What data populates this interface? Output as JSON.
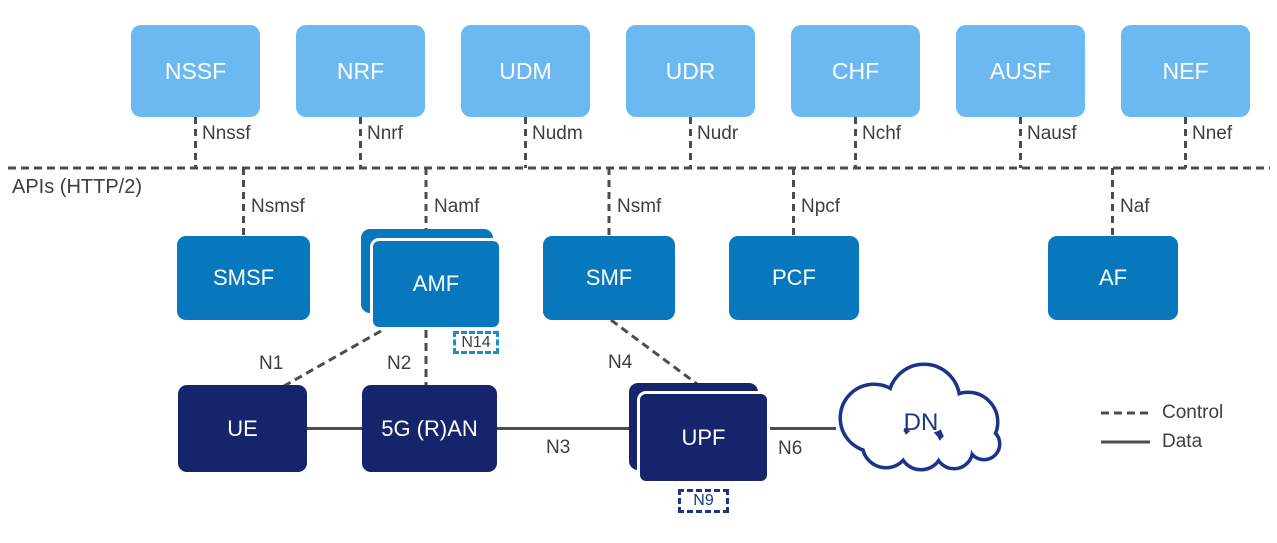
{
  "api_bus": {
    "label": "APIs (HTTP/2)"
  },
  "service_nodes": [
    {
      "label": "NSSF",
      "interface": "Nnssf"
    },
    {
      "label": "NRF",
      "interface": "Nnrf"
    },
    {
      "label": "UDM",
      "interface": "Nudm"
    },
    {
      "label": "UDR",
      "interface": "Nudr"
    },
    {
      "label": "CHF",
      "interface": "Nchf"
    },
    {
      "label": "AUSF",
      "interface": "Nausf"
    },
    {
      "label": "NEF",
      "interface": "Nnef"
    }
  ],
  "control_nodes": [
    {
      "label": "SMSF",
      "interface": "Nsmsf",
      "stacked": false
    },
    {
      "label": "AMF",
      "interface": "Namf",
      "stacked": true
    },
    {
      "label": "SMF",
      "interface": "Nsmf",
      "stacked": false
    },
    {
      "label": "PCF",
      "interface": "Npcf",
      "stacked": false
    },
    {
      "label": "AF",
      "interface": "Naf",
      "stacked": false
    }
  ],
  "user_plane_nodes": [
    {
      "label": "UE",
      "shape": "box",
      "stacked": false
    },
    {
      "label": "5G (R)AN",
      "shape": "box",
      "stacked": false
    },
    {
      "label": "UPF",
      "shape": "box",
      "stacked": true
    },
    {
      "label": "DN",
      "shape": "cloud",
      "stacked": false
    }
  ],
  "ref_points": {
    "n1": "N1",
    "n2": "N2",
    "n3": "N3",
    "n4": "N4",
    "n6": "N6",
    "n9": "N9",
    "n14": "N14"
  },
  "connections": [
    {
      "from": "AMF",
      "to": "UE",
      "type": "control",
      "label": "N1"
    },
    {
      "from": "AMF",
      "to": "5G (R)AN",
      "type": "control",
      "label": "N2"
    },
    {
      "from": "5G (R)AN",
      "to": "UPF",
      "type": "data",
      "label": "N3"
    },
    {
      "from": "SMF",
      "to": "UPF",
      "type": "control",
      "label": "N4"
    },
    {
      "from": "UPF",
      "to": "DN",
      "type": "data",
      "label": "N6"
    },
    {
      "from": "UPF",
      "to": "UPF",
      "type": "data",
      "label": "N9"
    },
    {
      "from": "AMF",
      "to": "AMF",
      "type": "control",
      "label": "N14"
    },
    {
      "from": "UE",
      "to": "5G (R)AN",
      "type": "data",
      "label": ""
    }
  ],
  "legend": {
    "control_label": "Control",
    "data_label": "Data"
  },
  "colors": {
    "service_fill": "#6CB8F0",
    "control_fill": "#0878BE",
    "user_plane_fill": "#15246B",
    "cloud_stroke": "#1B3489",
    "wire_gray": "#4D4D4D",
    "n14_border": "#1E8CCB",
    "n9_border": "#1B3489"
  }
}
